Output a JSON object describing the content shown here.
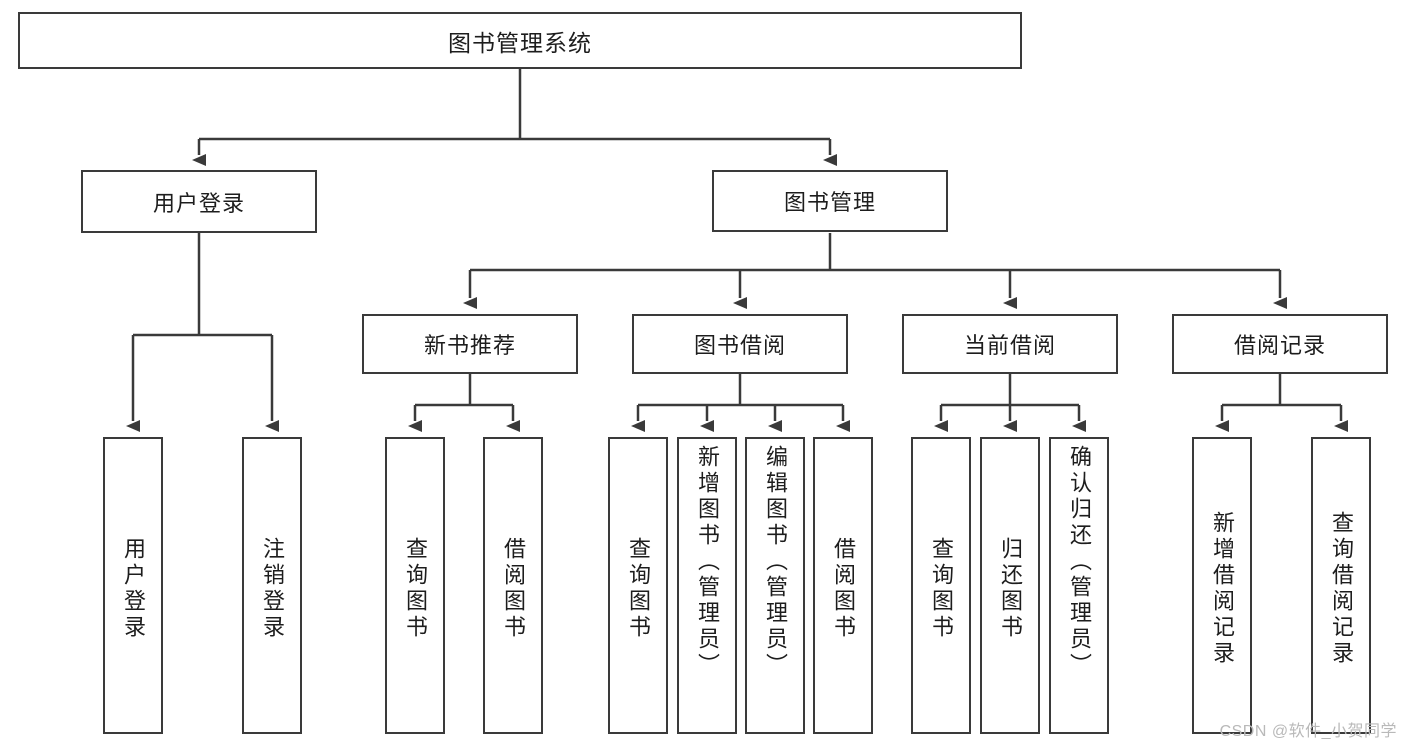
{
  "diagram": {
    "type": "hierarchy-tree",
    "title": "图书管理系统",
    "root": {
      "label": "图书管理系统"
    },
    "level2": [
      {
        "label": "用户登录"
      },
      {
        "label": "图书管理"
      }
    ],
    "level3": [
      {
        "label": "新书推荐"
      },
      {
        "label": "图书借阅"
      },
      {
        "label": "当前借阅"
      },
      {
        "label": "借阅记录"
      }
    ],
    "leaves": [
      {
        "label": "用户登录",
        "parent": "用户登录"
      },
      {
        "label": "注销登录",
        "parent": "用户登录"
      },
      {
        "label": "查询图书",
        "parent": "新书推荐"
      },
      {
        "label": "借阅图书",
        "parent": "新书推荐"
      },
      {
        "label": "查询图书",
        "parent": "图书借阅"
      },
      {
        "label": "新增图书（管理员）",
        "parent": "图书借阅"
      },
      {
        "label": "编辑图书（管理员）",
        "parent": "图书借阅"
      },
      {
        "label": "借阅图书",
        "parent": "图书借阅"
      },
      {
        "label": "查询图书",
        "parent": "当前借阅"
      },
      {
        "label": "归还图书",
        "parent": "当前借阅"
      },
      {
        "label": "确认归还（管理员）",
        "parent": "当前借阅"
      },
      {
        "label": "新增借阅记录",
        "parent": "借阅记录"
      },
      {
        "label": "查询借阅记录",
        "parent": "借阅记录"
      }
    ],
    "watermark": "CSDN @软件_小贺同学",
    "colors": {
      "border": "#3a3a3a",
      "background": "#ffffff",
      "text": "#1d1d1d",
      "watermark": "#b9b9b9"
    }
  }
}
